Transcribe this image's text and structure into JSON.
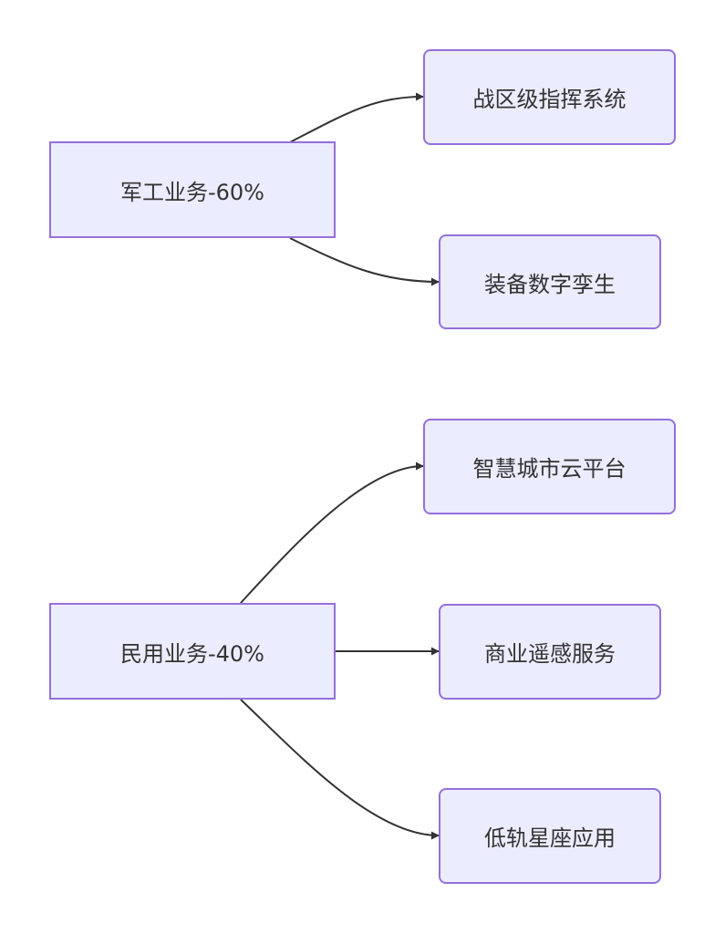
{
  "diagram": {
    "type": "flowchart",
    "direction": "LR",
    "colors": {
      "node_fill": "#ececff",
      "node_border": "#9370db",
      "edge": "#333333",
      "text": "#333333"
    },
    "groups": [
      {
        "label": "军工业务-60%",
        "children": [
          "战区级指挥系统",
          "装备数字孪生"
        ]
      },
      {
        "label": "民用业务-40%",
        "children": [
          "智慧城市云平台",
          "商业遥感服务",
          "低轨星座应用"
        ]
      }
    ]
  }
}
